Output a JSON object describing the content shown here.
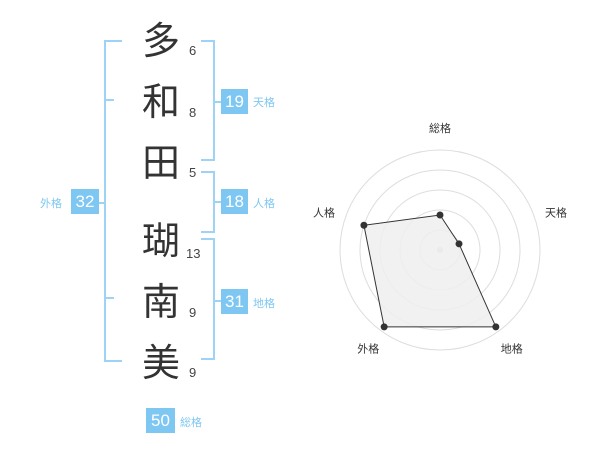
{
  "name": {
    "chars": [
      {
        "char": "多",
        "strokes": "6"
      },
      {
        "char": "和",
        "strokes": "8"
      },
      {
        "char": "田",
        "strokes": "5"
      },
      {
        "char": "瑚",
        "strokes": "13"
      },
      {
        "char": "南",
        "strokes": "9"
      },
      {
        "char": "美",
        "strokes": "9"
      }
    ]
  },
  "fortunes": {
    "tenkaku": {
      "value": "19",
      "label": "天格"
    },
    "jinkaku": {
      "value": "18",
      "label": "人格"
    },
    "chikaku": {
      "value": "31",
      "label": "地格"
    },
    "gaikaku": {
      "value": "32",
      "label": "外格"
    },
    "soukaku": {
      "value": "50",
      "label": "総格"
    }
  },
  "chart_data": {
    "type": "radar",
    "axes": [
      "総格",
      "天格",
      "地格",
      "外格",
      "人格"
    ],
    "values": [
      0.35,
      0.2,
      0.95,
      0.95,
      0.8
    ],
    "range": [
      0,
      1
    ],
    "rings": 5,
    "colors": {
      "fill": "#efefef",
      "line": "#333333",
      "ring": "#dddddd",
      "point": "#333333"
    }
  },
  "colors": {
    "accent": "#7ec7f2",
    "bracket": "#9ed3f5"
  }
}
